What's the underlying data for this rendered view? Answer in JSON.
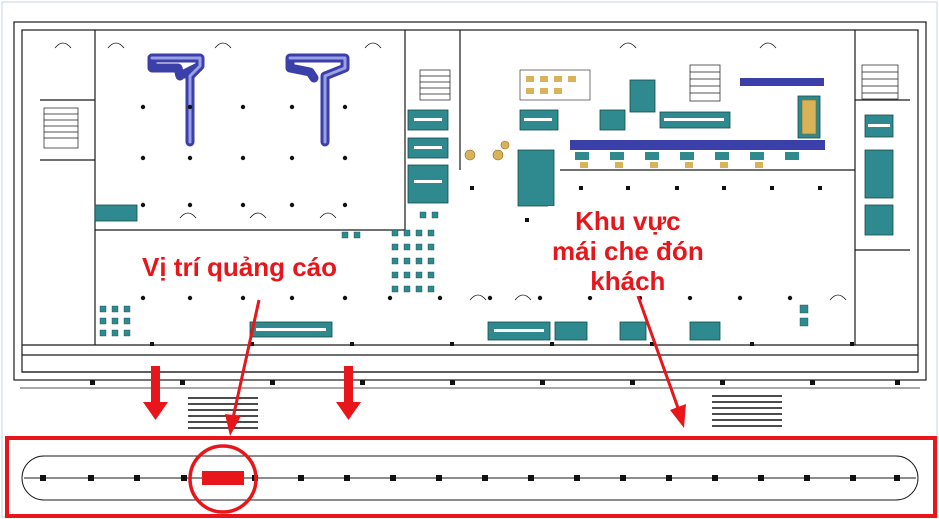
{
  "callouts": {
    "ad_position": "Vị trí quảng cáo",
    "canopy_line1": "Khu vực",
    "canopy_line2": "mái che đón",
    "canopy_line3": "khách"
  },
  "colors": {
    "highlight": "#e8161b",
    "room_fill": "#2f8a8f",
    "carousel": "#3b3fa8",
    "wall": "#1a1a1a"
  }
}
